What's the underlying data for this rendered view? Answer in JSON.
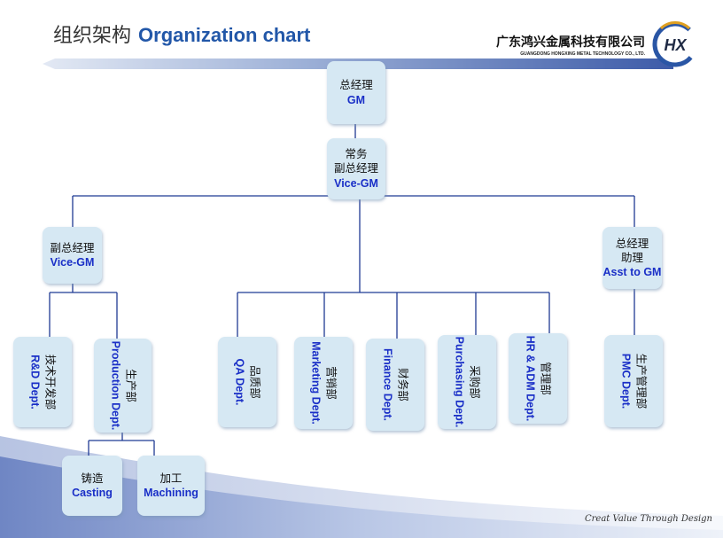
{
  "header": {
    "title_cn": "组织架构",
    "title_en": "Organization chart",
    "company_cn": "广东鸿兴金属科技有限公司",
    "company_en": "GUANGDONG HONGXING METAL TECHNOLOGY CO., LTD.",
    "logo_text": "HX",
    "colors": {
      "accent": "#2257a8",
      "box": "#d6e8f3",
      "label_en": "#1a2fc7",
      "line": "#1f3a93"
    }
  },
  "footer": {
    "slogan": "Creat Value Through Design"
  },
  "org": {
    "gm": {
      "cn": "总经理",
      "en": "GM"
    },
    "vice_gm_top": {
      "cn1": "常务",
      "cn2": "副总经理",
      "en": "Vice-GM"
    },
    "vice_gm_left": {
      "cn": "副总经理",
      "en": "Vice-GM"
    },
    "asst_gm": {
      "cn1": "总经理",
      "cn2": "助理",
      "en": "Asst to GM"
    },
    "rd": {
      "cn": "技术开发部",
      "en": "R&D Dept."
    },
    "production": {
      "cn": "生产部",
      "en": "Production Dept."
    },
    "casting": {
      "cn": "铸造",
      "en": "Casting"
    },
    "machining": {
      "cn": "加工",
      "en": "Machining"
    },
    "qa": {
      "cn": "品质部",
      "en": "QA Dept."
    },
    "marketing": {
      "cn": "营销部",
      "en": "Marketing Dept."
    },
    "finance": {
      "cn": "财务部",
      "en": "Finance Dept."
    },
    "purchasing": {
      "cn": "采购部",
      "en": "Purchasing Dept."
    },
    "hr": {
      "cn": "管理部",
      "en": "HR & ADM Dept."
    },
    "pmc": {
      "cn": "生产管理部",
      "en": "PMC Dept."
    }
  }
}
